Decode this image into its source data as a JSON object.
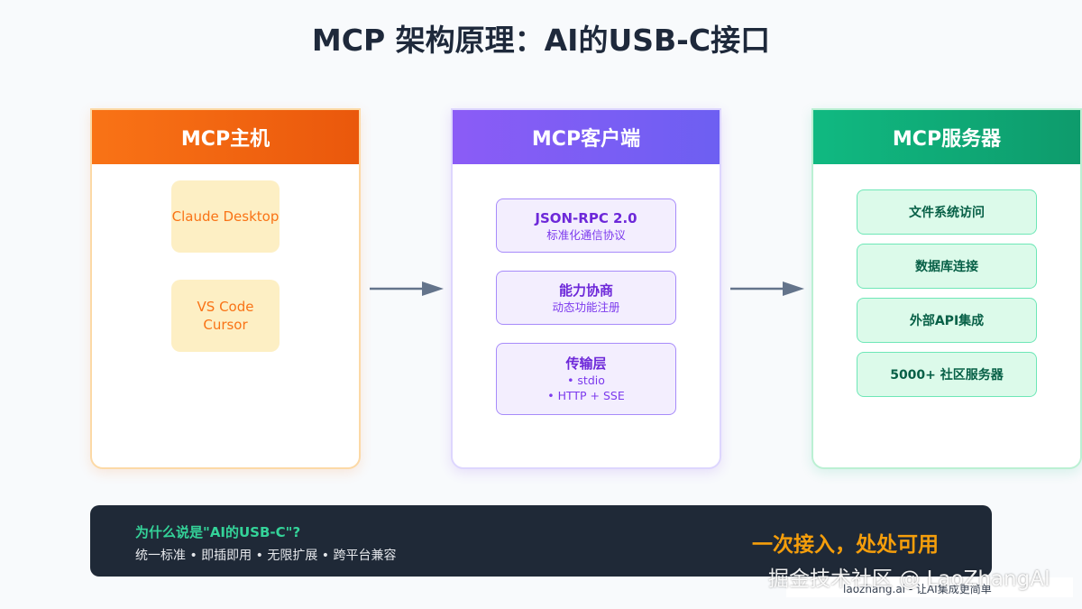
{
  "title": "MCP 架构原理：AI的USB-C接口",
  "colors": {
    "host_accent": "#f97316",
    "client_accent": "#8b5cf6",
    "server_accent": "#10b981",
    "footer_bg": "#1f2937",
    "footer_question": "#34d399",
    "footer_slogan": "#f59e0b"
  },
  "host": {
    "header": "MCP主机",
    "items": [
      {
        "lines": [
          "Claude Desktop"
        ]
      },
      {
        "lines": [
          "VS Code",
          "Cursor"
        ]
      }
    ]
  },
  "client": {
    "header": "MCP客户端",
    "items": [
      {
        "title": "JSON-RPC 2.0",
        "subs": [
          "标准化通信协议"
        ]
      },
      {
        "title": "能力协商",
        "subs": [
          "动态功能注册"
        ]
      },
      {
        "title": "传输层",
        "subs": [
          "• stdio",
          "• HTTP + SSE"
        ]
      }
    ]
  },
  "server": {
    "header": "MCP服务器",
    "items": [
      "文件系统访问",
      "数据库连接",
      "外部API集成",
      "5000+ 社区服务器"
    ]
  },
  "footer": {
    "question": "为什么说是\"AI的USB-C\"?",
    "points": "统一标准 • 即插即用 • 无限扩展 • 跨平台兼容",
    "slogan": "一次接入，处处可用"
  },
  "credit": "laozhang.ai - 让AI集成更简单",
  "watermark": "掘金技术社区 @ LaoZhangAI"
}
